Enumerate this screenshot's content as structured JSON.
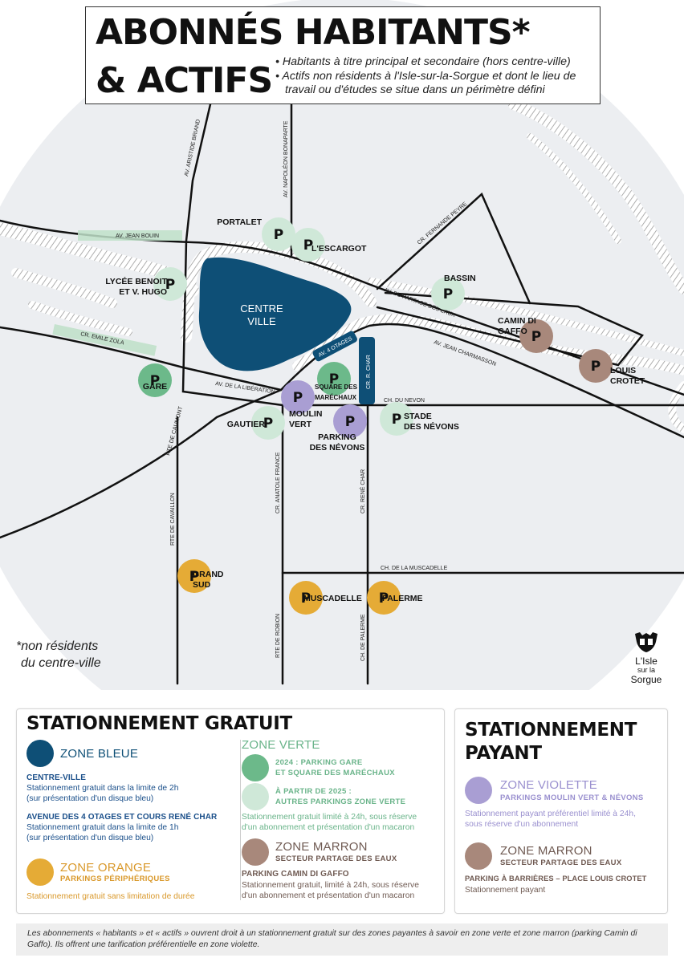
{
  "title": {
    "line1": "ABONNÉS HABITANTS*",
    "line2": "& ACTIFS",
    "bullets": [
      "• Habitants à titre principal et secondaire (hors centre-ville)",
      "• Actifs non résidents à l'Isle-sur-la-Sorgue et dont le lieu de travail ou d'études se situe dans un périmètre défini"
    ]
  },
  "footnote": [
    "*non résidents",
    "du centre-ville"
  ],
  "logo": {
    "lines": [
      "L'Isle",
      "sur la",
      "Sorgue"
    ]
  },
  "map": {
    "centre_ville": [
      "CENTRE",
      "VILLE"
    ],
    "parking_symbol": "P",
    "road_labels": [
      "AV. ARISTIDE BRIAND",
      "AV. NAPOLÉON BONAPARTE",
      "AV. JEAN BOUIN",
      "CR. EMILE ZOLA",
      "CR. FERNANDE PEYRE",
      "AV. DU PARTAGE DES EAUX",
      "AV. JEAN CHARMASSON",
      "AV. 4 OTAGES",
      "CR. R. CHAR",
      "CH. DU NEVON",
      "AV. DE LA LIBÉRATION",
      "RTE DE CAUMONT",
      "RTE DE CAVAILLON",
      "CR. ANATOLE FRANCE",
      "CR. RENÉ CHAR",
      "CH. DE LA MUSCADELLE",
      "RTE DE ROBION",
      "CH. DE PALERME"
    ],
    "parkings": [
      {
        "id": "portalet",
        "zone": "verte_2025",
        "label": [
          "PORTALET"
        ]
      },
      {
        "id": "escargot",
        "zone": "verte_2025",
        "label": [
          "L'ESCARGOT"
        ]
      },
      {
        "id": "lycee",
        "zone": "verte_2025",
        "label": [
          "LYCÉE BENOIT",
          "ET V. HUGO"
        ]
      },
      {
        "id": "bassin",
        "zone": "verte_2025",
        "label": [
          "BASSIN"
        ]
      },
      {
        "id": "camin",
        "zone": "marron",
        "label": [
          "CAMIN DI",
          "GAFFO"
        ]
      },
      {
        "id": "crotet",
        "zone": "marron",
        "label": [
          "LOUIS",
          "CROTET"
        ]
      },
      {
        "id": "gare",
        "zone": "verte_2024",
        "label": [
          "GARE"
        ]
      },
      {
        "id": "marechaux",
        "zone": "verte_2024",
        "label": [
          "SQUARE DES",
          "MARÉCHAUX"
        ]
      },
      {
        "id": "moulin",
        "zone": "violette",
        "label": [
          "MOULIN",
          "VERT"
        ]
      },
      {
        "id": "gautier",
        "zone": "verte_2025",
        "label": [
          "GAUTIER"
        ]
      },
      {
        "id": "nevons_park",
        "zone": "violette",
        "label": [
          "PARKING",
          "DES NÉVONS"
        ]
      },
      {
        "id": "stade",
        "zone": "verte_2025",
        "label": [
          "STADE",
          "DES NÉVONS"
        ]
      },
      {
        "id": "grandsud",
        "zone": "orange",
        "label": [
          "GRAND",
          "SUD"
        ]
      },
      {
        "id": "muscadelle",
        "zone": "orange",
        "label": [
          "MUSCADELLE"
        ]
      },
      {
        "id": "palerme",
        "zone": "orange",
        "label": [
          "PALERME"
        ]
      }
    ]
  },
  "colors": {
    "bleue": "#0e4f76",
    "verte_2024": "#6cb98a",
    "verte_2025": "#cfe8d8",
    "orange": "#e5ab36",
    "violette": "#a99ed3",
    "marron": "#a8887b",
    "violette_text": "#9a90cf",
    "brown_text": "#6f5a52",
    "green_text": "#6ab48a",
    "muted": "#8a8a8a",
    "blue_text": "#1a4f8a"
  },
  "legend": {
    "gratuit": {
      "title": "STATIONNEMENT GRATUIT",
      "bleue": {
        "name": "ZONE BLEUE",
        "b1_head": "CENTRE-VILLE",
        "b1_body": [
          "Stationnement gratuit dans la limite de 2h",
          "(sur présentation d'un disque bleu)"
        ],
        "b2_head": "AVENUE DES 4 OTAGES ET COURS RENÉ CHAR",
        "b2_body": [
          "Stationnement gratuit dans la limite de 1h",
          "(sur présentation d'un disque bleu)"
        ]
      },
      "orange": {
        "name": "ZONE ORANGE",
        "sub": "PARKINGS PÉRIPHÉRIQUES",
        "body": "Stationnement gratuit sans limitation de durée"
      },
      "verte": {
        "name": "ZONE VERTE",
        "a": [
          "2024 : PARKING GARE",
          "ET SQUARE DES MARÉCHAUX"
        ],
        "b": [
          "À PARTIR DE 2025 :",
          "AUTRES PARKINGS ZONE VERTE"
        ],
        "body": [
          "Stationnement gratuit limité à 24h, sous réserve",
          "d'un abonnement et présentation d'un macaron"
        ]
      },
      "marron": {
        "name": "ZONE MARRON",
        "sub": "SECTEUR PARTAGE DES EAUX",
        "head": "PARKING CAMIN DI GAFFO",
        "body": [
          "Stationnement gratuit, limité à 24h, sous réserve",
          "d'un abonnement et présentation d'un macaron"
        ]
      }
    },
    "payant": {
      "title": [
        "STATIONNEMENT",
        "PAYANT"
      ],
      "violette": {
        "name": "ZONE VIOLETTE",
        "sub": "PARKINGS MOULIN VERT & NÉVONS",
        "body": [
          "Stationnement payant préférentiel limité à 24h,",
          "sous réserve d'un abonnement"
        ]
      },
      "marron": {
        "name": "ZONE MARRON",
        "sub": "SECTEUR PARTAGE DES EAUX",
        "head": "PARKING À BARRIÈRES – PLACE LOUIS CROTET",
        "body": "Stationnement payant"
      }
    }
  },
  "bottom_note": "Les abonnements « habitants » et « actifs » ouvrent droit à un stationnement gratuit sur des zones payantes à savoir en zone verte et zone marron (parking Camin di Gaffo). Ils offrent une tarification préférentielle en zone violette."
}
